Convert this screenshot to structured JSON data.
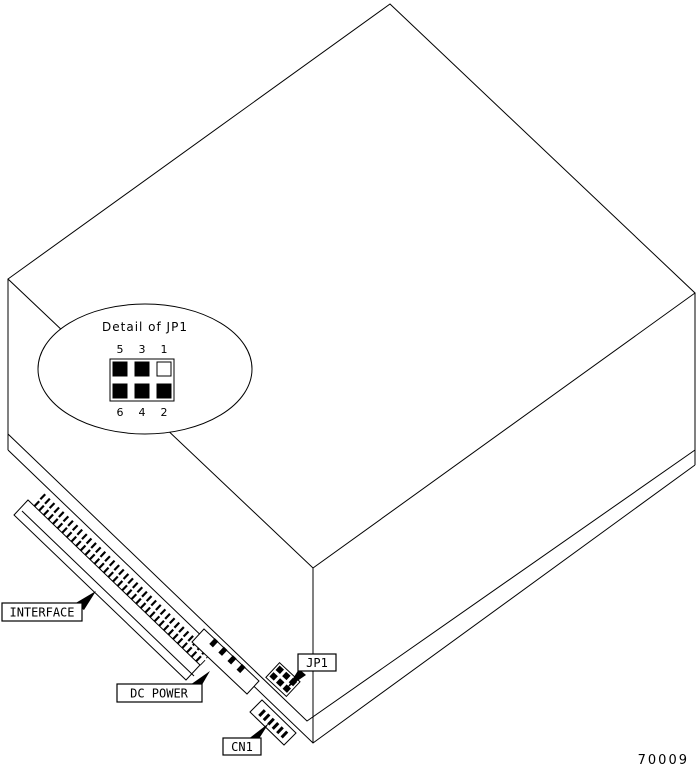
{
  "figure_number": "70009",
  "callout": {
    "title": "Detail of JP1",
    "pin_labels_top": [
      "5",
      "3",
      "1"
    ],
    "pin_labels_bottom": [
      "6",
      "4",
      "2"
    ],
    "jumper_fills": [
      "#000000",
      "#000000",
      "#ffffff",
      "#000000",
      "#000000",
      "#000000"
    ]
  },
  "labels": {
    "interface": "INTERFACE",
    "dc_power": "DC POWER",
    "jp1": "JP1",
    "cn1": "CN1"
  },
  "colors": {
    "line": "#000000",
    "background": "#ffffff"
  }
}
